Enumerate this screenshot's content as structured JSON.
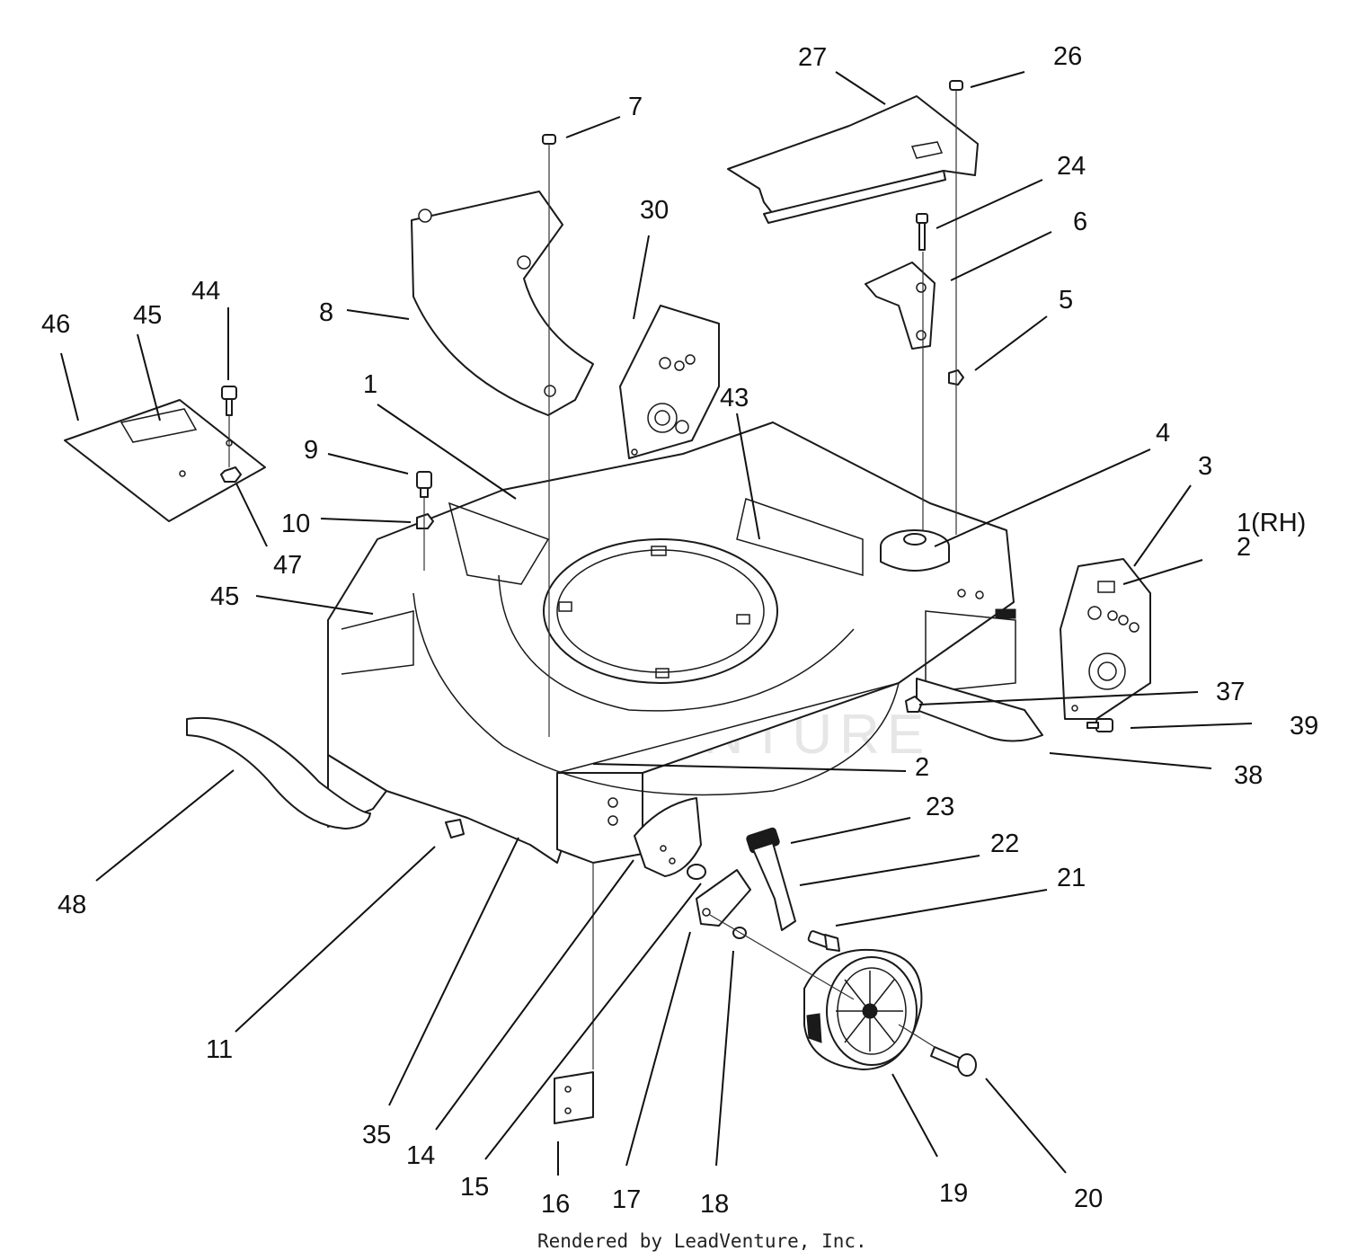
{
  "callouts": [
    {
      "id": "c7",
      "text": "7"
    },
    {
      "id": "c27",
      "text": "27"
    },
    {
      "id": "c26",
      "text": "26"
    },
    {
      "id": "c24",
      "text": "24"
    },
    {
      "id": "c6",
      "text": "6"
    },
    {
      "id": "c30",
      "text": "30"
    },
    {
      "id": "c44",
      "text": "44"
    },
    {
      "id": "c46",
      "text": "46"
    },
    {
      "id": "c45a",
      "text": "45"
    },
    {
      "id": "c8",
      "text": "8"
    },
    {
      "id": "c5",
      "text": "5"
    },
    {
      "id": "c1",
      "text": "1"
    },
    {
      "id": "c43",
      "text": "43"
    },
    {
      "id": "c9",
      "text": "9"
    },
    {
      "id": "c4",
      "text": "4"
    },
    {
      "id": "c3",
      "text": "3"
    },
    {
      "id": "c1rh",
      "text": "1(RH)"
    },
    {
      "id": "c2rh",
      "text": "2"
    },
    {
      "id": "c10",
      "text": "10"
    },
    {
      "id": "c47",
      "text": "47"
    },
    {
      "id": "c45b",
      "text": "45"
    },
    {
      "id": "c37",
      "text": "37"
    },
    {
      "id": "c39",
      "text": "39"
    },
    {
      "id": "c2",
      "text": "2"
    },
    {
      "id": "c38",
      "text": "38"
    },
    {
      "id": "c23",
      "text": "23"
    },
    {
      "id": "c22",
      "text": "22"
    },
    {
      "id": "c21",
      "text": "21"
    },
    {
      "id": "c48",
      "text": "48"
    },
    {
      "id": "c11",
      "text": "11"
    },
    {
      "id": "c35",
      "text": "35"
    },
    {
      "id": "c14",
      "text": "14"
    },
    {
      "id": "c15",
      "text": "15"
    },
    {
      "id": "c16",
      "text": "16"
    },
    {
      "id": "c17",
      "text": "17"
    },
    {
      "id": "c18",
      "text": "18"
    },
    {
      "id": "c19",
      "text": "19"
    },
    {
      "id": "c20",
      "text": "20"
    }
  ],
  "footer": "Rendered by LeadVenture, Inc.",
  "watermark": "LEADVENTURE"
}
